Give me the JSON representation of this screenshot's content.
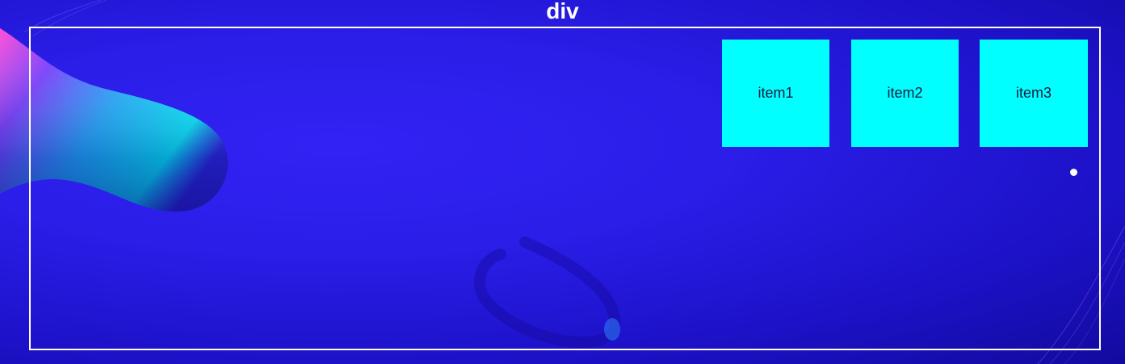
{
  "title": "div",
  "items": [
    {
      "label": "item1"
    },
    {
      "label": "item2"
    },
    {
      "label": "item3"
    }
  ],
  "colors": {
    "background": "#2a1ee8",
    "item_fill": "#00ffff",
    "frame_border": "#ffffff",
    "title_text": "#ffffff",
    "item_text": "#1a1a40"
  }
}
